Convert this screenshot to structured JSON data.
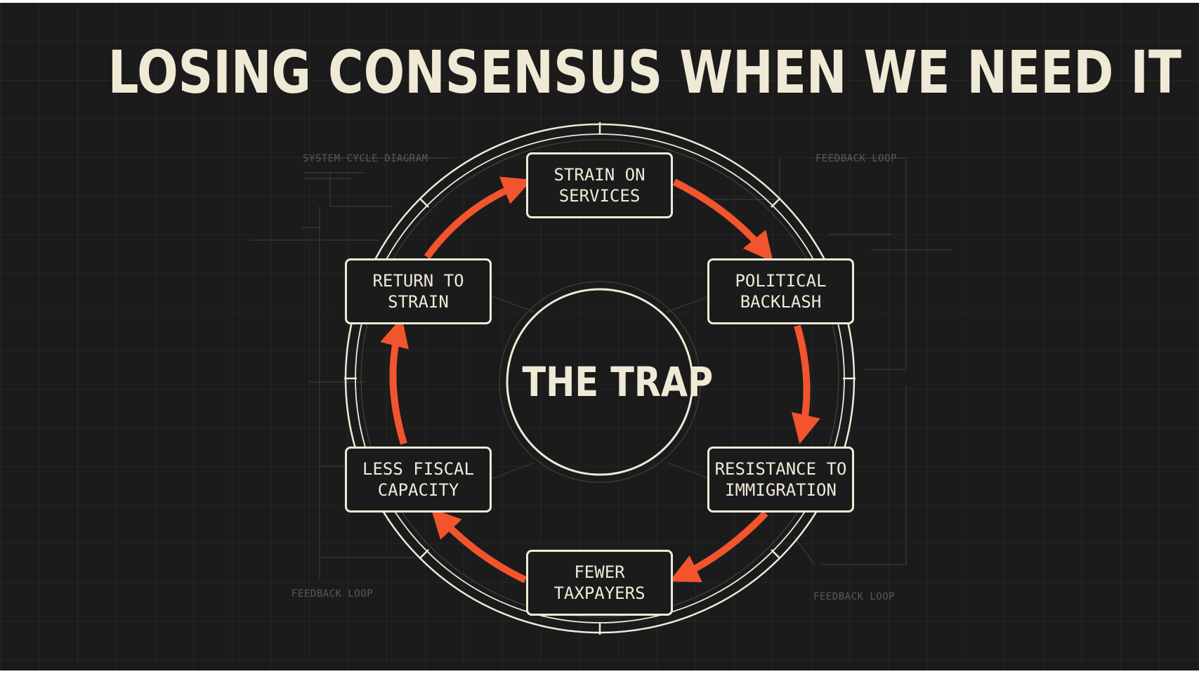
{
  "title": "LOSING CONSENSUS WHEN WE NEED IT MOST",
  "center": "THE TRAP",
  "meta_labels": {
    "top_left": "SYSTEM CYCLE DIAGRAM",
    "top_right": "FEEDBACK LOOP",
    "bottom_left": "FEEDBACK LOOP",
    "bottom_right": "FEEDBACK LOOP"
  },
  "nodes": [
    {
      "id": "strain-on-services",
      "label": "STRAIN ON\nSERVICES"
    },
    {
      "id": "political-backlash",
      "label": "POLITICAL\nBACKLASH"
    },
    {
      "id": "resistance-to-immigration",
      "label": "RESISTANCE TO\nIMMIGRATION"
    },
    {
      "id": "fewer-taxpayers",
      "label": "FEWER\nTAXPAYERS"
    },
    {
      "id": "less-fiscal-capacity",
      "label": "LESS FISCAL\nCAPACITY"
    },
    {
      "id": "return-to-strain",
      "label": "RETURN TO\nSTRAIN"
    }
  ],
  "colors": {
    "background": "#1b1b1b",
    "foreground": "#efead6",
    "accent": "#f2542d",
    "muted": "#5a5a55"
  }
}
